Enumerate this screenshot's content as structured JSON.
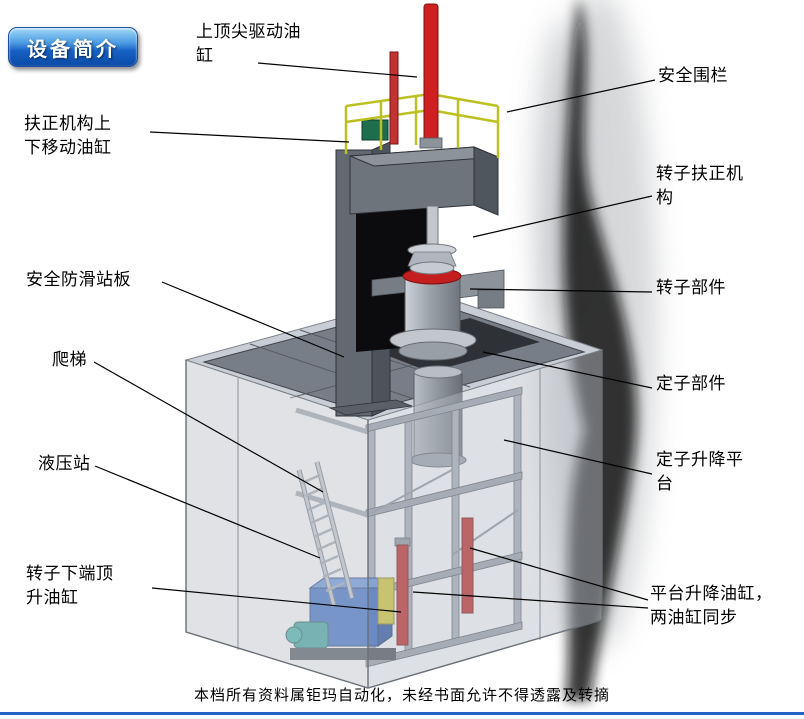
{
  "badge": {
    "label": "设备简介"
  },
  "labels": {
    "top_drive_cylinder": "上顶尖驱动油\n缸",
    "safety_fence": "安全围栏",
    "centering_updown_cylinder": "扶正机构上\n下移动油缸",
    "rotor_centering_mechanism": "转子扶正机\n构",
    "anti_slip_platform": "安全防滑站板",
    "rotor_parts": "转子部件",
    "ladder": "爬梯",
    "stator_parts": "定子部件",
    "hydraulic_station": "液压站",
    "stator_lift_platform": "定子升降平\n台",
    "rotor_bottom_jack_cylinder": "转子下端顶\n升油缸",
    "platform_lift_cylinders": "平台升降油缸，\n两油缸同步"
  },
  "footer": {
    "text": "本档所有资料属钜玛自动化，未经书面允许不得透露及转摘"
  },
  "colors": {
    "cylinder_red": "#c41e1e",
    "railing_yellow": "#bcc020",
    "hydraulic_blue": "#2d63c4",
    "badge_blue": "#1661c4",
    "steel_gray": "#8d939b",
    "bottom_rule_blue": "#2563c9"
  }
}
